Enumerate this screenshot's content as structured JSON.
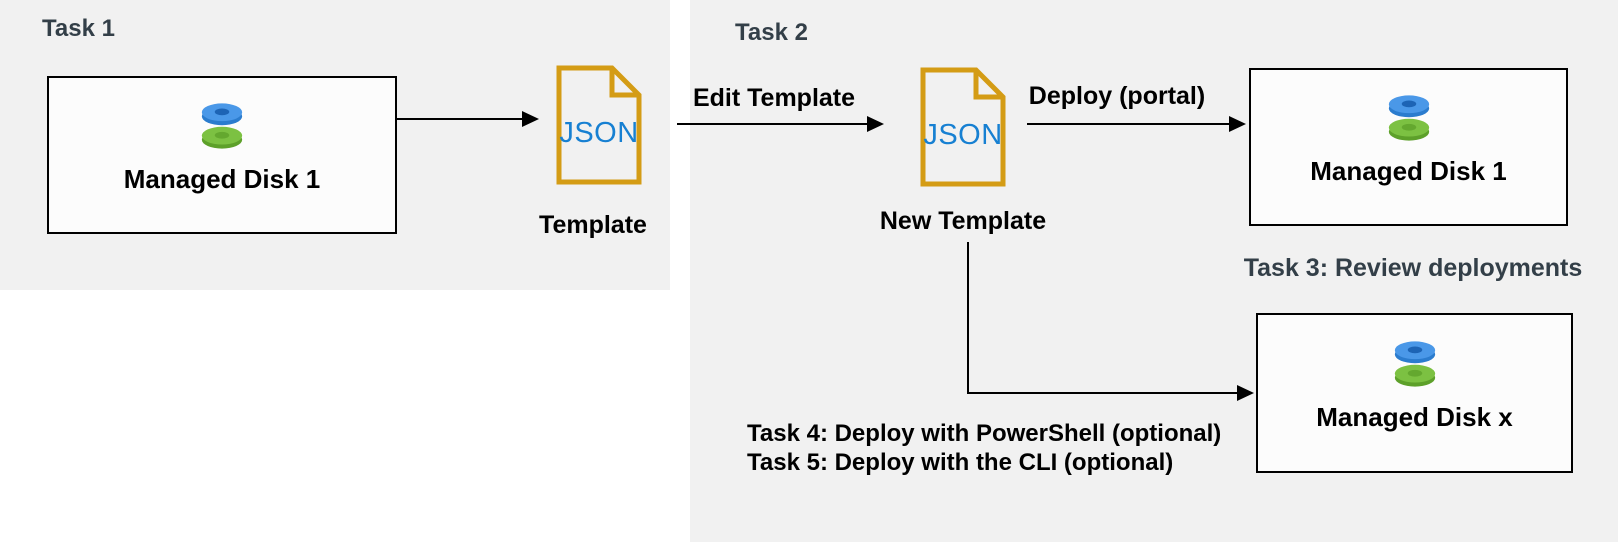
{
  "colors": {
    "panel_gray": "#f1f1f1",
    "box_fill": "#fcfcfc",
    "border_black": "#000000",
    "heading_color": "#333f48",
    "text_black": "#000000",
    "gold": "#d49c15",
    "json_blue": "#1780d2",
    "disk_blue_top": "#4a98e8",
    "disk_blue_side": "#2b7cce",
    "disk_blue_hole": "#1d64b5",
    "disk_green_top": "#7cc142",
    "disk_green_side": "#5da02a",
    "disk_green_hole": "#64a82f"
  },
  "task1": {
    "title": "Task 1",
    "box_label": "Managed Disk 1",
    "json_text": "JSON",
    "template_label": "Template"
  },
  "task2": {
    "title": "Task 2",
    "edit_label": "Edit Template",
    "json_text": "JSON",
    "new_template_label": "New Template",
    "deploy_label": "Deploy (portal)",
    "box_label": "Managed Disk 1"
  },
  "task3": {
    "title": "Task 3: Review deployments"
  },
  "task4": {
    "title": "Task 4: Deploy with PowerShell (optional)"
  },
  "task5": {
    "title": "Task 5: Deploy with the CLI (optional)"
  },
  "bottom_box": {
    "label": "Managed Disk x"
  }
}
